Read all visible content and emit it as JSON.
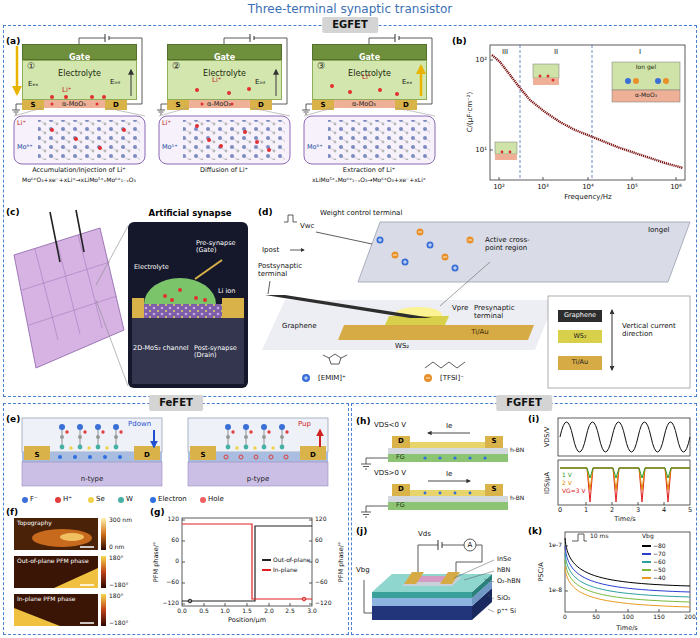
{
  "diagram": {
    "title": "Three-terminal synaptic transistor",
    "nodes": [
      {
        "text": [
          "EGFET"
        ]
      },
      {
        "text": [
          "Gate"
        ],
        "in": 0
      },
      {
        "text": [
          "Electrolyte"
        ],
        "in": 0
      },
      {
        "text": [
          "Gate"
        ],
        "in": 0
      },
      {
        "text": [
          "Electrolyte"
        ],
        "in": 0
      },
      {
        "text": [
          "Gate"
        ],
        "in": 0
      },
      {
        "text": [
          "Electrolyte"
        ],
        "in": 0
      },
      {
        "text": [
          "FeFET"
        ]
      },
      {
        "text": [
          "FGFET"
        ]
      }
    ],
    "labels": [
      "(a)",
      "①",
      "②",
      "③",
      "Eₑₓ",
      "Eᵢₙₜ",
      "Li⁺",
      "S",
      "D",
      "α-MoO₃",
      "Li⁺",
      "Mo⁶⁺",
      "Accumulation/Injection of Li⁺",
      "Mo⁶⁺O₃+xe⁻+xLi⁺→xLiMo⁵⁺ₓMo⁶⁺₁₋ₓO₃",
      "Eᵢₙₜ",
      "Li⁺",
      "S",
      "D",
      "α-MoO₃",
      "Li⁺",
      "Mo⁵⁺",
      "Diffusion of Li⁺",
      "Eₑₓ",
      "Li⁺",
      "S",
      "D",
      "α-MoO₃",
      "Mo⁶⁺",
      "Extraction of Li⁺",
      "xLiMo⁵⁺ₓMo⁶⁺₁₋ₓO₃→Mo⁶⁺O₃+xe⁻+xLi⁺",
      "(b)",
      "C/(μF·cm⁻²)",
      "10²",
      "10¹",
      "10²",
      "10³",
      "10⁴",
      "10⁵",
      "10⁶",
      "Frequency/Hz",
      "III",
      "II",
      "I",
      "Ion gel",
      "α-MoO₃",
      "(c)",
      "Artificial synapse",
      "Electrolyte",
      "Pre-synapse (Gate)",
      "Li ion",
      "2D-MoS₂ channel",
      "Post-synapse (Drain)",
      "(d)",
      "Weight control terminal",
      "Vwc",
      "Iongel",
      "Postsynaptic terminal",
      "Ipost",
      "Graphene",
      "Active cross-point region",
      "WS₂",
      "Vpre",
      "Presynaptic terminal",
      "Ti/Au",
      "[EMIM]⁺",
      "[TFSI]⁻",
      "Graphene",
      "WS₂",
      "Ti/Au",
      "Vertical current direction",
      "(e)",
      "Pdown",
      "Pup",
      "S",
      "D",
      "S",
      "D",
      "n-type",
      "p-type",
      "(f)",
      "Topography",
      "300 nm",
      "0 nm",
      "Out-of-plane PFM phase",
      "180°",
      "−180°",
      "In-plane PFM phase",
      "180°",
      "−180°",
      "(g)",
      "PFM phase/°",
      "PFM phase/°",
      "120",
      "60",
      "0",
      "−60",
      "−120",
      "120",
      "60",
      "0",
      "−60",
      "−120",
      "0.0",
      "0.5",
      "1.0",
      "1.5",
      "2.0",
      "2.5",
      "3.0",
      "Position/μm",
      "(h)",
      "VDS<0 V",
      "D",
      "S",
      "Ie",
      "h-BN",
      "FG",
      "VDS>0 V",
      "D",
      "S",
      "Ie",
      "h-BN",
      "FG",
      "(i)",
      "VDS/V",
      "IDS/μA",
      "Time/s",
      "0",
      "1",
      "2",
      "3",
      "4",
      "5",
      "1 V",
      "2 V",
      "VG=3 V",
      "(j)",
      "Vds",
      "A",
      "InSe",
      "hBN",
      "O₂-hBN",
      "SiO₂",
      "p⁺⁺ Si",
      "Vbg",
      "(k)",
      "PSC/A",
      "Time/s",
      "10 ms",
      "Vbg",
      "0",
      "50",
      "100",
      "150",
      "200",
      "1e-7",
      "1e-8"
    ],
    "legend": [
      {
        "text": "F⁻",
        "color": "#3a6fd8"
      },
      {
        "text": "H⁺",
        "color": "#e03c3c"
      },
      {
        "text": "Se",
        "color": "#f2d24b"
      },
      {
        "text": "W",
        "color": "#46b0a4"
      },
      {
        "text": "Electron",
        "color": "#2f6ee0"
      },
      {
        "text": "Hole",
        "color": "#f06060"
      },
      {
        "text": "Out-of-plane",
        "color": "#222222"
      },
      {
        "text": "In-plane",
        "color": "#e02020"
      },
      {
        "text": "−80",
        "color": "#000000"
      },
      {
        "text": "−70",
        "color": "#2a3fd0"
      },
      {
        "text": "−60",
        "color": "#2aa0a0"
      },
      {
        "text": "−50",
        "color": "#7ab83a"
      },
      {
        "text": "−40",
        "color": "#e89a20"
      }
    ]
  }
}
